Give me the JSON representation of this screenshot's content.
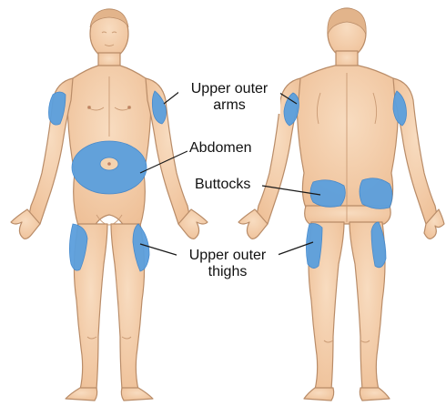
{
  "labels": {
    "upper_arms": {
      "line1": "Upper outer",
      "line2": "arms"
    },
    "abdomen": "Abdomen",
    "buttocks": "Buttocks",
    "upper_thighs": {
      "line1": "Upper outer",
      "line2": "thighs"
    }
  },
  "colors": {
    "skin": "#f4d3b0",
    "skin_shade": "#e9b98f",
    "outline": "#b98c68",
    "site": "#5b9fdd",
    "site_edge": "#3f86cc",
    "leader": "#1a1a1a"
  }
}
